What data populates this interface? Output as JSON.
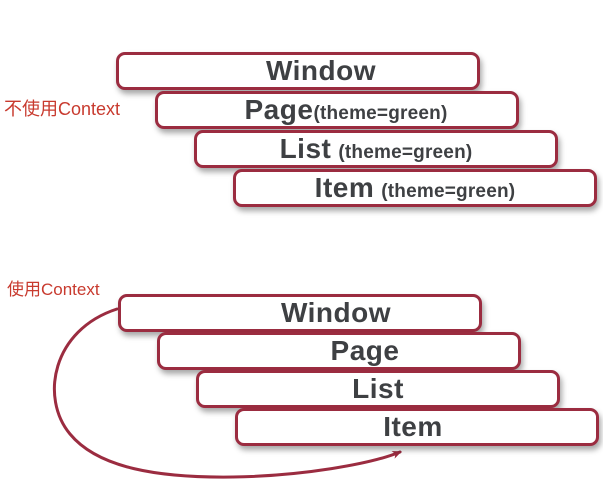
{
  "colors": {
    "box_border": "#9b2c40",
    "box_fill": "#ffffff",
    "text": "#3e4043",
    "label_red": "#c83a2e",
    "arrow": "#9b2c40"
  },
  "sections": [
    {
      "label": "不使用Context",
      "boxes": [
        {
          "label": "Window",
          "suffix": ""
        },
        {
          "label": "Page",
          "suffix": "(theme=green)"
        },
        {
          "label": "List",
          "suffix": "(theme=green)"
        },
        {
          "label": "Item",
          "suffix": "(theme=green)"
        }
      ]
    },
    {
      "label": "使用Context",
      "boxes": [
        {
          "label": "Window"
        },
        {
          "label": "Page"
        },
        {
          "label": "List"
        },
        {
          "label": "Item"
        }
      ]
    }
  ],
  "arrow": {
    "from_label": "Window",
    "to_label": "Item"
  }
}
